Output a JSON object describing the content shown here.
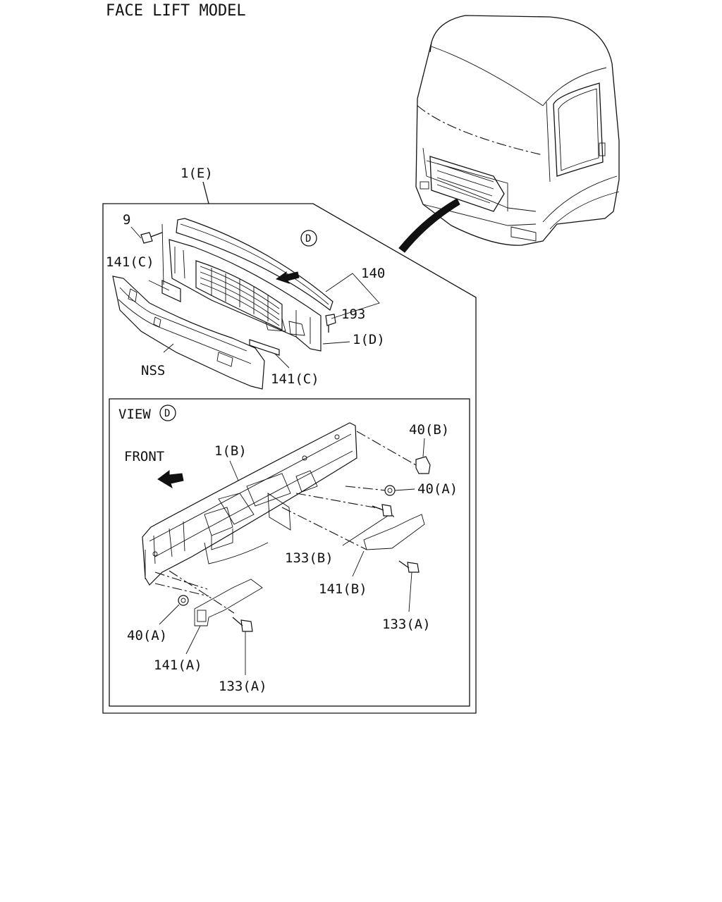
{
  "title": "FACE LIFT MODEL",
  "labels": {
    "p1E": "1(E)",
    "p9": "9",
    "p141C_top": "141(C)",
    "p140": "140",
    "p193": "193",
    "p1D": "1(D)",
    "pNSS": "NSS",
    "p141C_bottom": "141(C)",
    "view": "VIEW",
    "view_marker": "D",
    "detail_marker": "D",
    "front": "FRONT",
    "p1B": "1(B)",
    "p40B": "40(B)",
    "p40A_right": "40(A)",
    "p133B": "133(B)",
    "p141B": "141(B)",
    "p133A_right": "133(A)",
    "p40A_left": "40(A)",
    "p141A": "141(A)",
    "p133A_bottom": "133(A)"
  },
  "icons": [
    "truck-cab-icon",
    "pointer-arrow-icon",
    "direction-arrow-icon"
  ]
}
